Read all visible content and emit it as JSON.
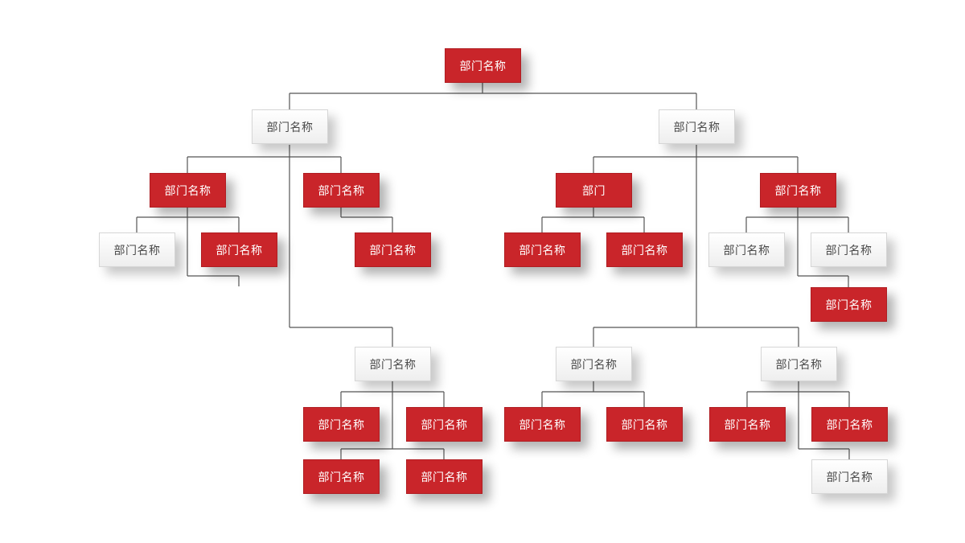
{
  "colors": {
    "node_red": "#c9252a",
    "node_white": "#f4f4f4",
    "line": "#555555"
  },
  "nodes": [
    {
      "id": "root",
      "label": "部门名称",
      "style": "red"
    },
    {
      "id": "l1",
      "label": "部门名称",
      "style": "white"
    },
    {
      "id": "r1",
      "label": "部门名称",
      "style": "white"
    },
    {
      "id": "l1a",
      "label": "部门名称",
      "style": "red"
    },
    {
      "id": "l1b",
      "label": "部门名称",
      "style": "red"
    },
    {
      "id": "l1a1",
      "label": "部门名称",
      "style": "white"
    },
    {
      "id": "l1a2",
      "label": "部门名称",
      "style": "red"
    },
    {
      "id": "l1b1",
      "label": "部门名称",
      "style": "red"
    },
    {
      "id": "l1c",
      "label": "部门名称",
      "style": "white"
    },
    {
      "id": "l1c1",
      "label": "部门名称",
      "style": "red"
    },
    {
      "id": "l1c2",
      "label": "部门名称",
      "style": "red"
    },
    {
      "id": "l1c3",
      "label": "部门名称",
      "style": "red"
    },
    {
      "id": "l1c4",
      "label": "部门名称",
      "style": "red"
    },
    {
      "id": "r1a",
      "label": "部门",
      "style": "red"
    },
    {
      "id": "r1b",
      "label": "部门名称",
      "style": "red"
    },
    {
      "id": "r1a1",
      "label": "部门名称",
      "style": "red"
    },
    {
      "id": "r1a2",
      "label": "部门名称",
      "style": "red"
    },
    {
      "id": "r1b1",
      "label": "部门名称",
      "style": "white"
    },
    {
      "id": "r1b2",
      "label": "部门名称",
      "style": "white"
    },
    {
      "id": "r1b3",
      "label": "部门名称",
      "style": "red"
    },
    {
      "id": "r1c",
      "label": "部门名称",
      "style": "white"
    },
    {
      "id": "r1d",
      "label": "部门名称",
      "style": "white"
    },
    {
      "id": "r1c1",
      "label": "部门名称",
      "style": "red"
    },
    {
      "id": "r1c2",
      "label": "部门名称",
      "style": "red"
    },
    {
      "id": "r1d1",
      "label": "部门名称",
      "style": "red"
    },
    {
      "id": "r1d2",
      "label": "部门名称",
      "style": "red"
    },
    {
      "id": "r1d3",
      "label": "部门名称",
      "style": "white"
    }
  ]
}
